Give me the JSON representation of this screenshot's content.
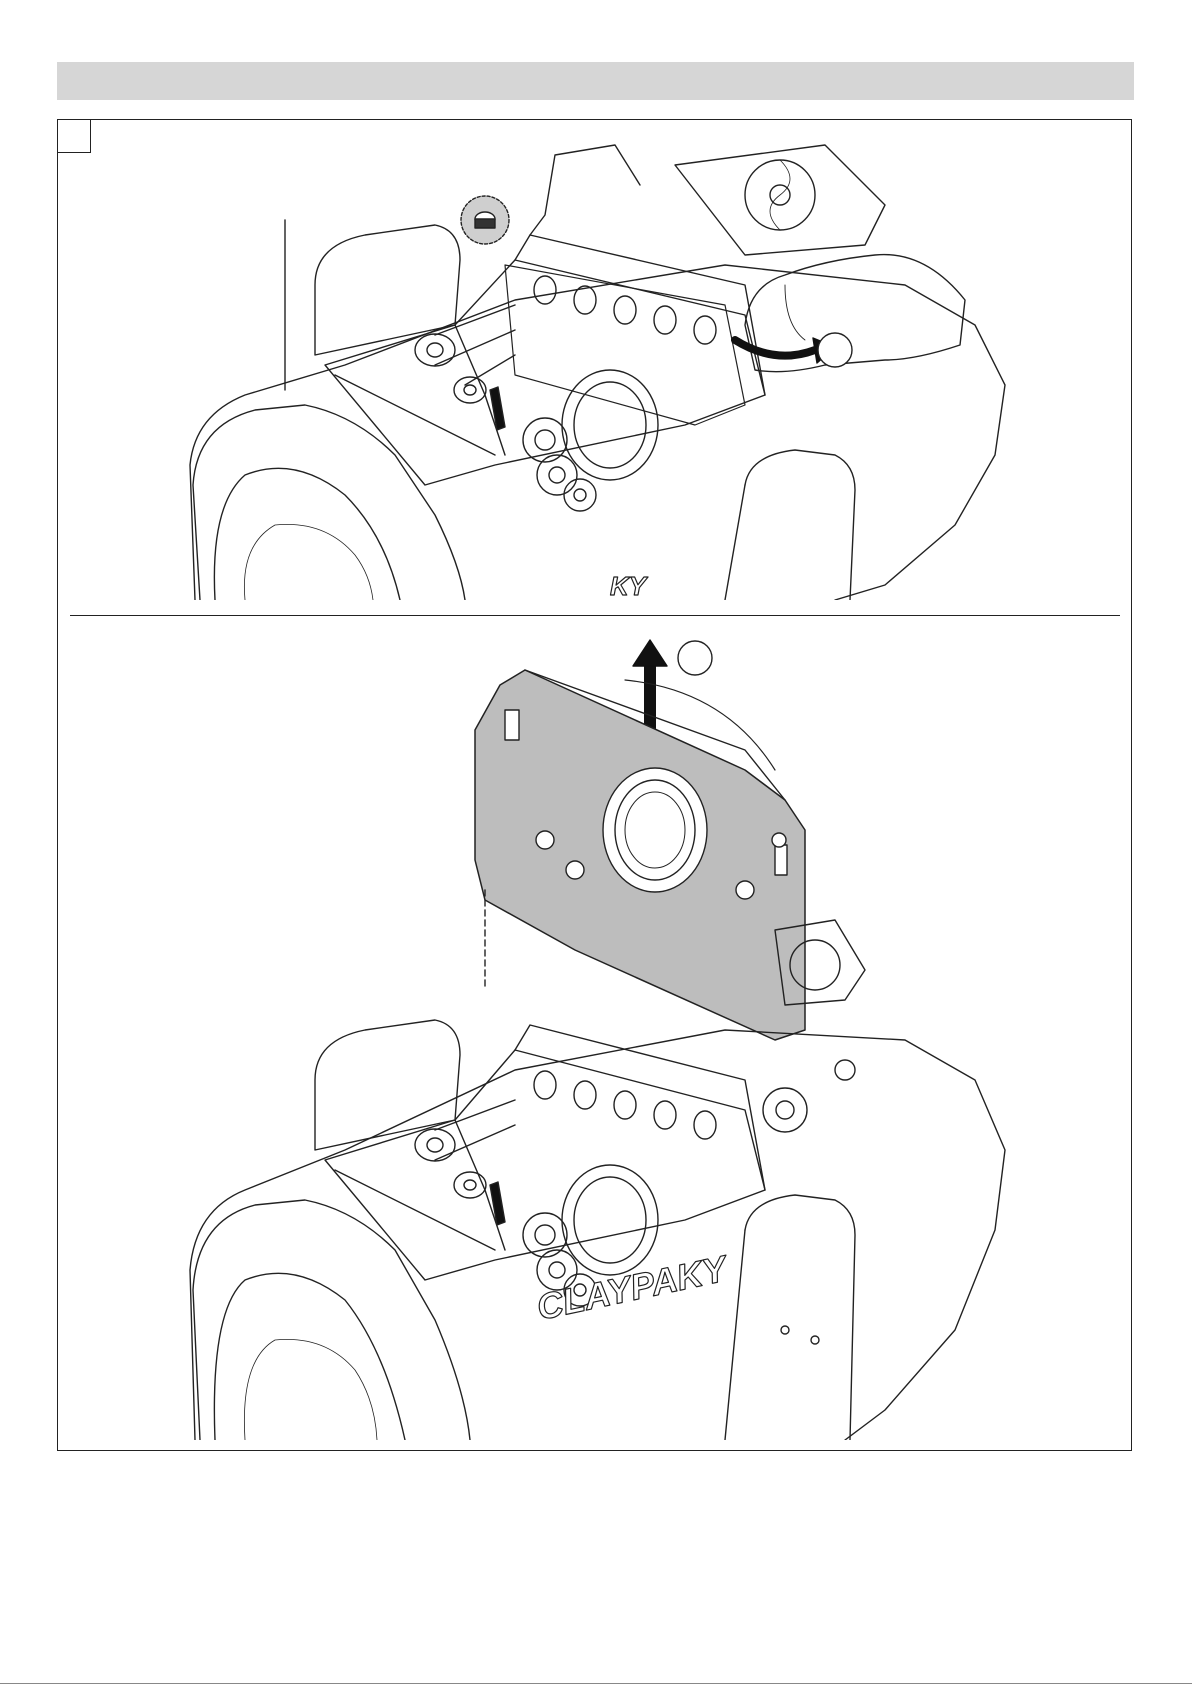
{
  "header": {
    "title": ""
  },
  "figure": {
    "step_number": "",
    "top_panel": {
      "callout": "",
      "action": "loosen-screw-rotate"
    },
    "bottom_panel": {
      "callout": "",
      "action": "lift-out-module"
    }
  },
  "brand_logo_text": "CLAYPAKY",
  "partial_logo_text": "KY",
  "colors": {
    "header_bar": "#d6d6d6",
    "line": "#222222",
    "module_fill": "#bdbdbd"
  }
}
